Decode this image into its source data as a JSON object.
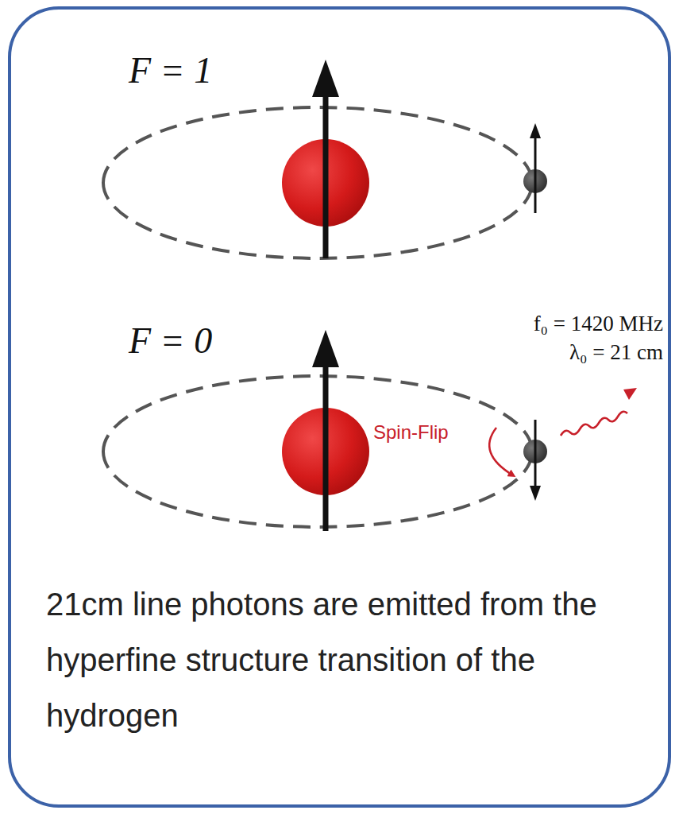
{
  "diagram": {
    "caption": "21cm line photons are emitted from the hyperfine structure transition of the hydrogen",
    "labels": [
      "F = 1",
      "F = 0",
      "f₀ = 1420 MHz",
      "λ₀ = 21 cm",
      "Spin-Flip"
    ]
  }
}
